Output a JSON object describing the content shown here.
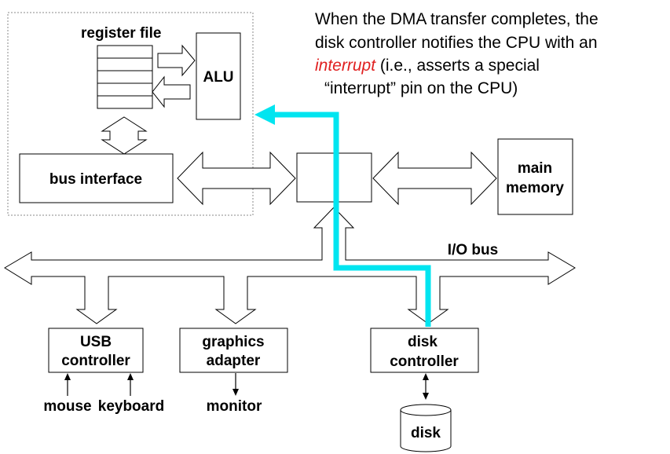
{
  "cpu": {
    "register_file_label": "register file",
    "alu_label": "ALU",
    "bus_interface_label": "bus interface"
  },
  "memory": {
    "line1": "main",
    "line2": "memory"
  },
  "io_bus_label": "I/O bus",
  "usb": {
    "line1": "USB",
    "line2": "controller"
  },
  "graphics": {
    "line1": "graphics",
    "line2": "adapter"
  },
  "disk_ctrl": {
    "line1": "disk",
    "line2": "controller"
  },
  "devices": {
    "mouse": "mouse",
    "keyboard": "keyboard",
    "monitor": "monitor",
    "disk": "disk"
  },
  "note": {
    "line1": "When the DMA transfer completes, the",
    "line2": "disk controller notifies the CPU with an",
    "line3_em": "interrupt",
    "line3_rest": " (i.e., asserts a special",
    "line4": "“interrupt” pin on the CPU)"
  },
  "colors": {
    "interrupt_path": "#00e5f0",
    "emphasis": "#e02020"
  }
}
